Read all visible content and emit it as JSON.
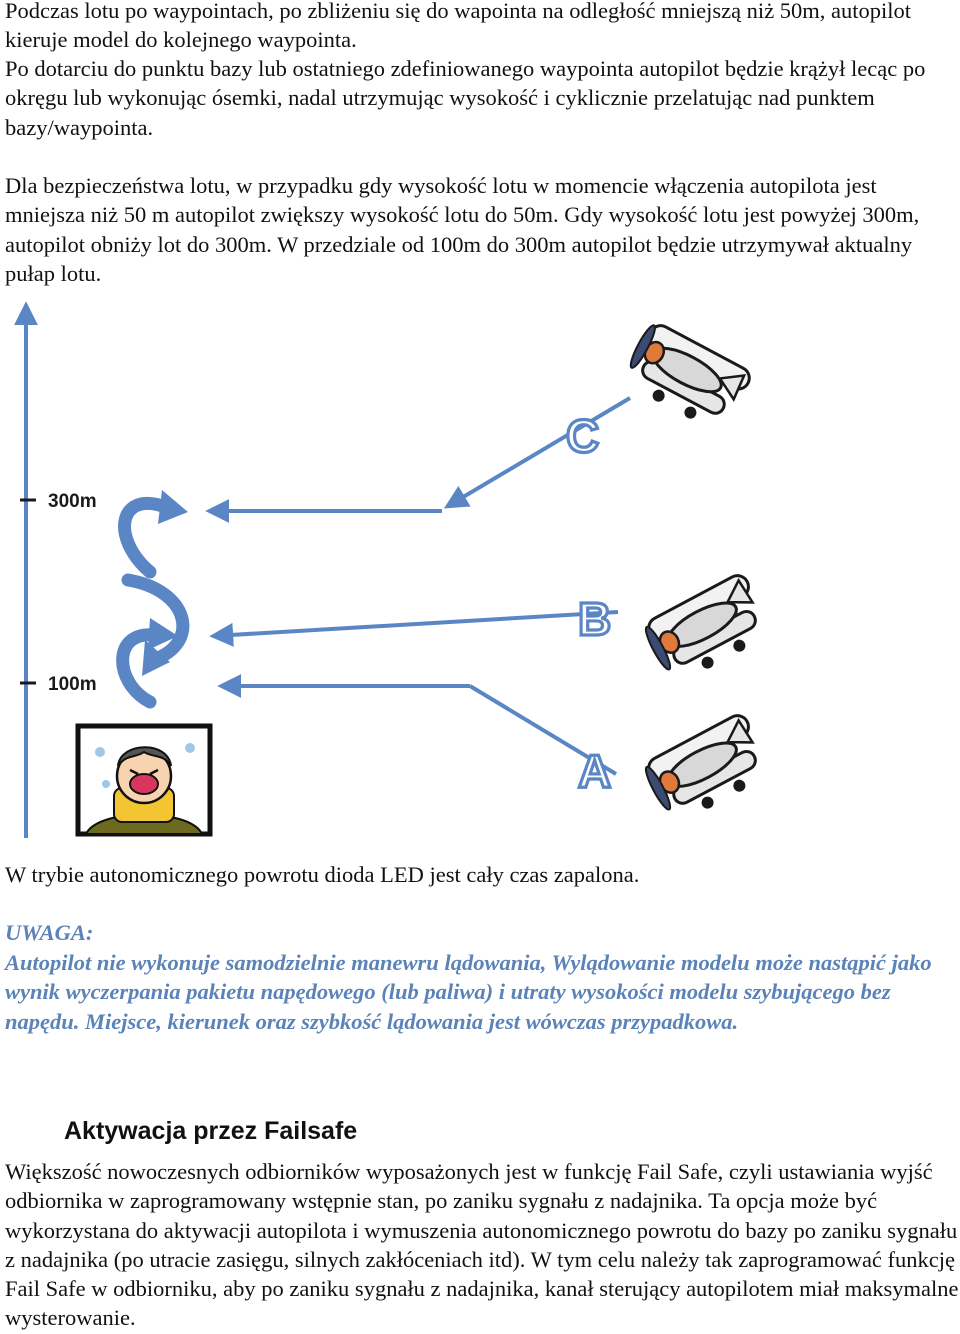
{
  "paragraphs": {
    "p1": "Podczas lotu po waypointach, po zbliżeniu się do wapointa na odległość mniejszą niż 50m, autopilot kieruje model do kolejnego waypointa.",
    "p2": "Po dotarciu do punktu bazy lub ostatniego zdefiniowanego waypointa autopilot będzie krążył lecąc po okręgu lub wykonując ósemki, nadal utrzymując wysokość i cyklicznie przelatując nad punktem bazy/waypointa.",
    "p3": "Dla bezpieczeństwa lotu, w przypadku gdy wysokość lotu w momencie włączenia autopilota jest mniejsza niż 50 m autopilot zwiększy wysokość lotu do 50m. Gdy wysokość lotu jest powyżej 300m, autopilot obniży lot do 300m. W przedziale od 100m do 300m autopilot będzie utrzymywał aktualny pułap lotu.",
    "p4": "W trybie autonomicznego powrotu dioda LED jest cały czas zapalona.",
    "warning_title": "UWAGA:",
    "warning_body": "Autopilot nie wykonuje samodzielnie manewru lądowania, Wylądowanie modelu może nastąpić jako wynik wyczerpania pakietu napędowego (lub paliwa) i utraty wysokości modelu szybującego bez napędu. Miejsce, kierunek oraz szybkość lądowania jest wówczas przypadkowa.",
    "section_heading": "Aktywacja przez Failsafe",
    "p5": "Większość nowoczesnych odbiorników wyposażonych jest w funkcję Fail Safe, czyli ustawiania wyjść odbiornika w zaprogramowany wstępnie stan, po zaniku sygnału z nadajnika. Ta opcja może być wykorzystana do aktywacji autopilota i wymuszenia autonomicznego powrotu do bazy po zaniku sygnału z nadajnika (po utracie zasięgu, silnych zakłóceniach itd). W tym celu należy tak zaprogramować funkcję Fail Safe w odbiorniku, aby po zaniku sygnału z nadajnika, kanał sterujący autopilotem miał maksymalne wysterowanie."
  },
  "diagram": {
    "altitude_labels": {
      "upper": "300m",
      "lower": "100m"
    },
    "points": {
      "a": "A",
      "b": "B",
      "c": "C"
    },
    "colors": {
      "arrow": "#5b86c6",
      "text_warning": "#5b83b8"
    },
    "icons": [
      "airplane-icon",
      "circling-arrow-icon",
      "scared-person-icon"
    ]
  }
}
